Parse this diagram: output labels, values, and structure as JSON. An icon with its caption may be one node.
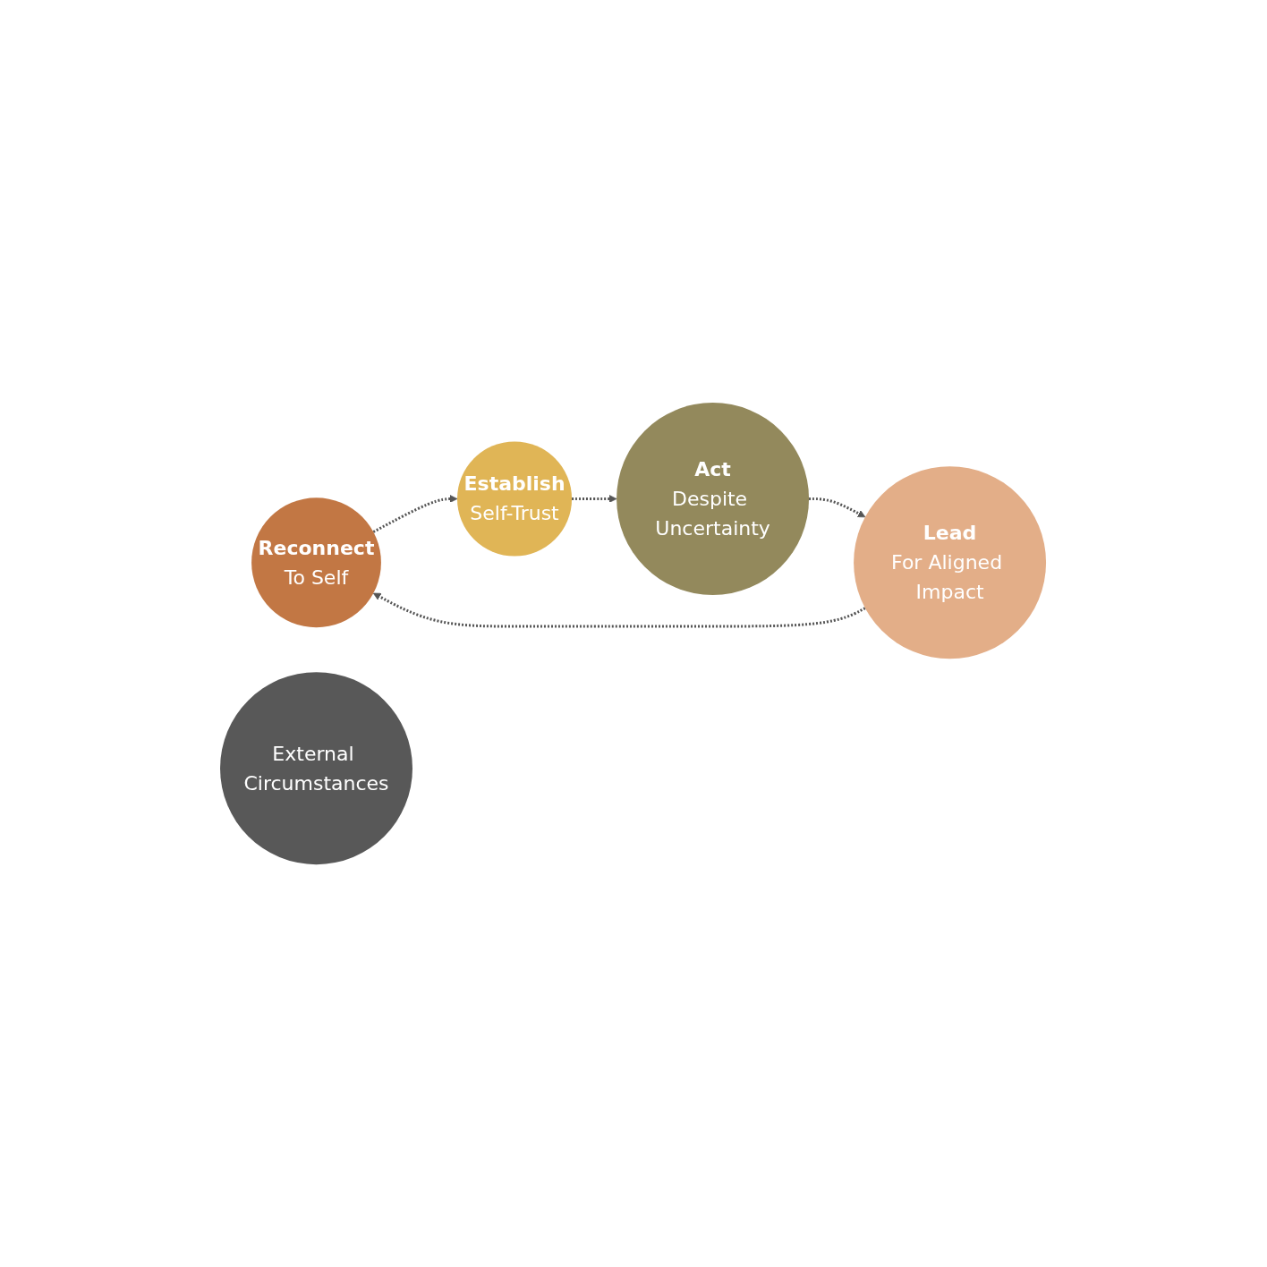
{
  "diagram": {
    "nodes": [
      {
        "text": [
          "Reconnect",
          "To Self"
        ]
      },
      {
        "text": [
          "Lead",
          "For Aligned Impact"
        ]
      },
      {
        "text": [
          "External Circumstances"
        ]
      },
      {
        "text": [
          "Establish",
          "Self-Trust"
        ]
      },
      {
        "text": [
          "Act",
          "Despite Uncertainty"
        ]
      }
    ],
    "edges": [
      {
        "from": 0,
        "to": 3,
        "arrow": "to",
        "style": "dashed"
      },
      {
        "from": 3,
        "to": 4,
        "arrow": "to",
        "style": "dashed"
      },
      {
        "from": 4,
        "to": 1,
        "arrow": "to",
        "style": "dashed"
      },
      {
        "from": 1,
        "to": 0,
        "arrow": "to",
        "style": "dashed"
      }
    ]
  }
}
